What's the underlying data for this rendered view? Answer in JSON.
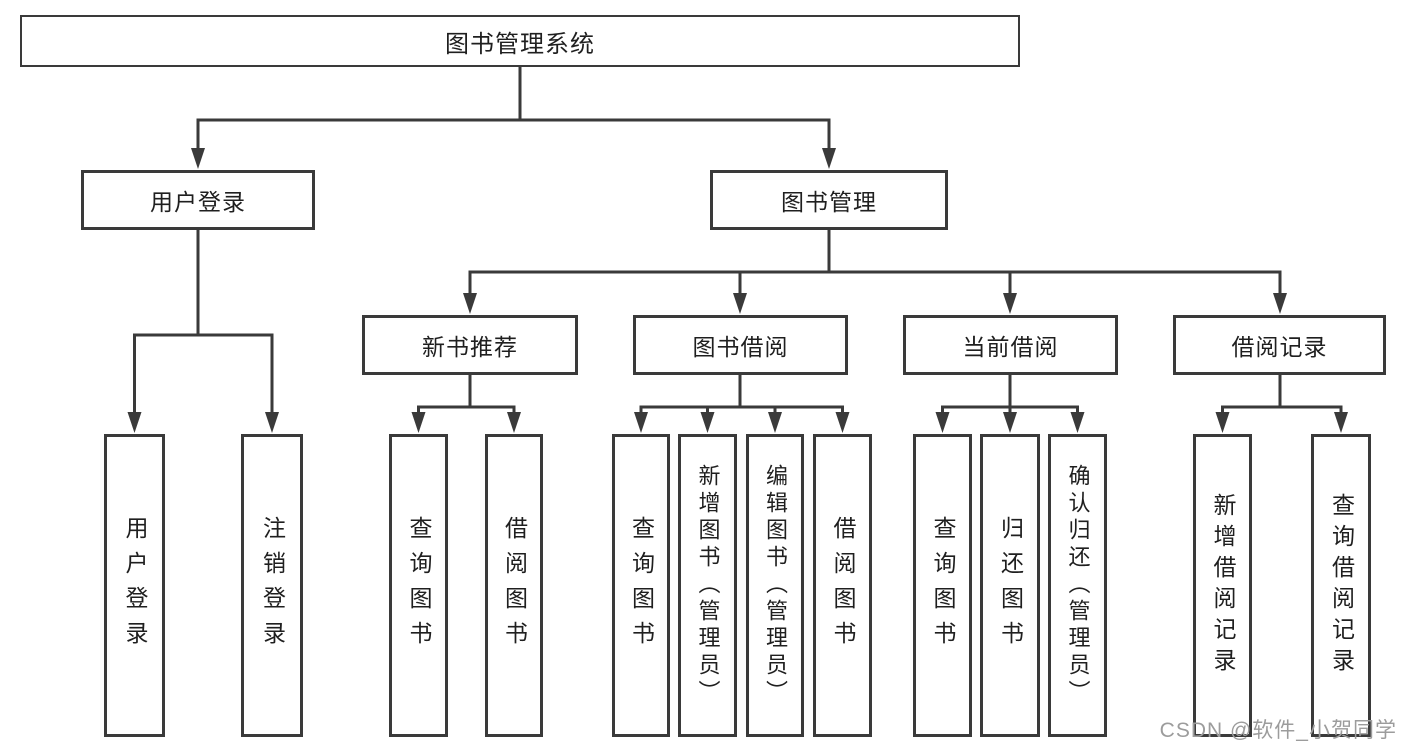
{
  "colors": {
    "line": "#3a3a3a",
    "box_border": "#3a3a3a",
    "text": "#1f1f1f",
    "background": "#ffffff",
    "watermark": "#9c9c9c"
  },
  "watermark": {
    "text": "CSDN @软件_小贺同学"
  },
  "tree": {
    "root": {
      "label": "图书管理系统"
    },
    "branches": [
      {
        "label": "用户登录",
        "children": [
          {
            "label": "用户登录"
          },
          {
            "label": "注销登录"
          }
        ]
      },
      {
        "label": "图书管理",
        "children": [
          {
            "label": "新书推荐",
            "children": [
              {
                "label": "查询图书"
              },
              {
                "label": "借阅图书"
              }
            ]
          },
          {
            "label": "图书借阅",
            "children": [
              {
                "label": "查询图书"
              },
              {
                "label": "新增图书（管理员）"
              },
              {
                "label": "编辑图书（管理员）"
              },
              {
                "label": "借阅图书"
              }
            ]
          },
          {
            "label": "当前借阅",
            "children": [
              {
                "label": "查询图书"
              },
              {
                "label": "归还图书"
              },
              {
                "label": "确认归还（管理员）"
              }
            ]
          },
          {
            "label": "借阅记录",
            "children": [
              {
                "label": "新增借阅记录"
              },
              {
                "label": "查询借阅记录"
              }
            ]
          }
        ]
      }
    ]
  }
}
